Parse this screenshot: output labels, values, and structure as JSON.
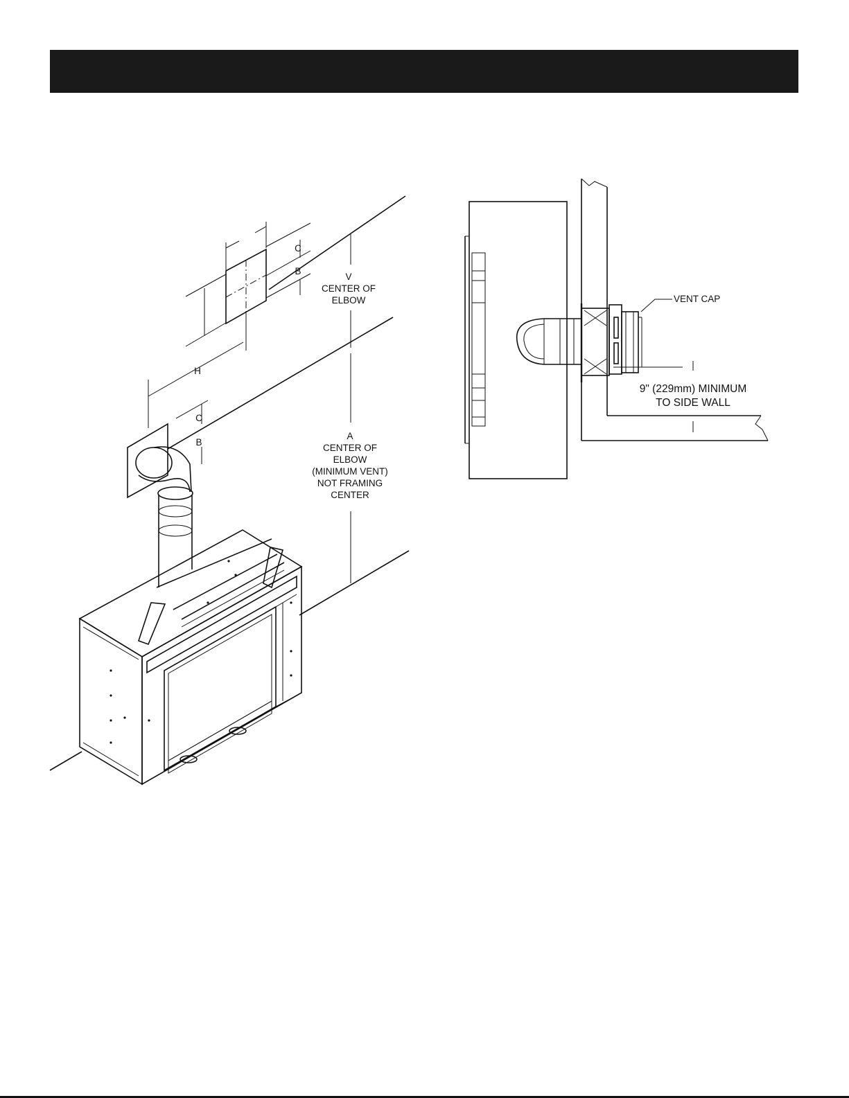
{
  "header": {
    "title": ""
  },
  "left_diagram": {
    "labels": {
      "c_upper": "C",
      "b_upper": "B",
      "v_line1": "V",
      "v_line2": "CENTER OF",
      "v_line3": "ELBOW",
      "h": "H",
      "c_lower": "C",
      "b_lower": "B",
      "a_line1": "A",
      "a_line2": "CENTER OF",
      "a_line3": "ELBOW",
      "a_line4": "(MINIMUM VENT)",
      "a_line5": "NOT FRAMING",
      "a_line6": "CENTER"
    }
  },
  "right_diagram": {
    "labels": {
      "vent_cap": "VENT CAP",
      "clearance_line1": "9\" (229mm) MINIMUM",
      "clearance_line2": "TO SIDE WALL"
    }
  },
  "colors": {
    "ink": "#111111",
    "header_bar": "#1a1a1a",
    "background": "#ffffff"
  }
}
